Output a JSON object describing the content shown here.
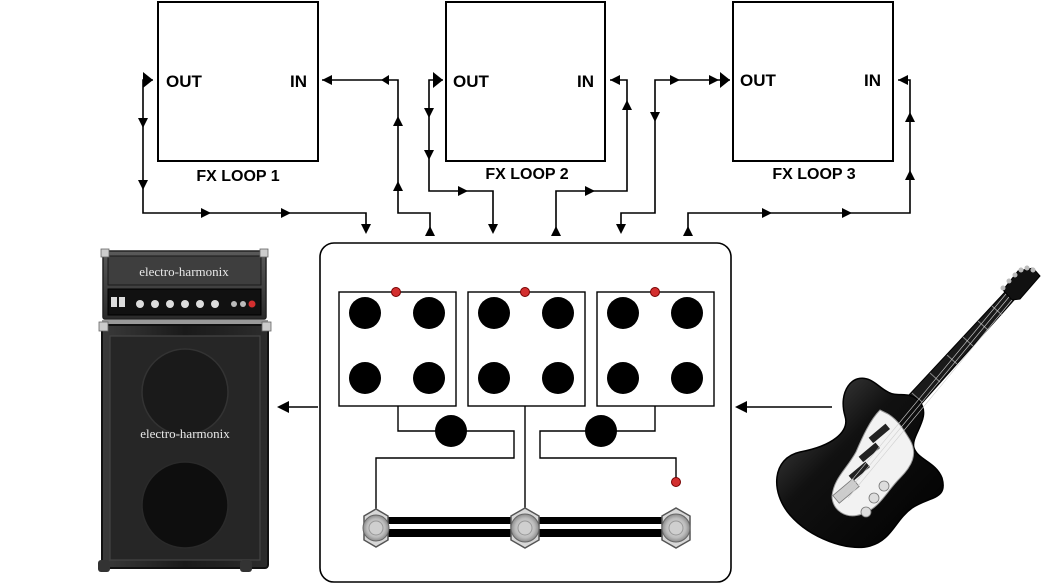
{
  "loops": [
    {
      "out_label": "OUT",
      "in_label": "IN",
      "name": "FX LOOP 1"
    },
    {
      "out_label": "OUT",
      "in_label": "IN",
      "name": "FX LOOP 2"
    },
    {
      "out_label": "OUT",
      "in_label": "IN",
      "name": "FX LOOP 3"
    }
  ],
  "amp": {
    "head_brand": "electro-harmonix",
    "cab_brand": "electro-harmonix"
  },
  "colors": {
    "line": "#000000",
    "led": "#d32f2f",
    "amp_body": "#1f1f1f",
    "footswitch": "#c8c8c8"
  }
}
